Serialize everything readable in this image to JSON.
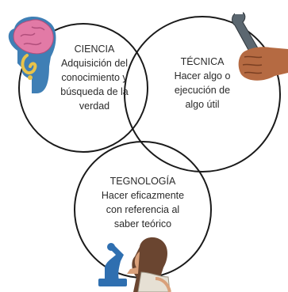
{
  "diagram": {
    "circles": [
      {
        "id": "ciencia",
        "title": "CIENCIA",
        "lines": [
          "Adquisición del",
          "conocimiento y",
          "búsqueda de la",
          "verdad"
        ]
      },
      {
        "id": "tecnica",
        "title": "TÉCNICA",
        "lines": [
          "Hacer algo o",
          "ejecución de",
          "algo  útil"
        ]
      },
      {
        "id": "tecnologia",
        "title": "TEGNOLOGÍA",
        "lines": [
          "Hacer eficazmente",
          "con referencia al",
          "saber teórico"
        ]
      }
    ],
    "illustrations": [
      "brain-head-icon",
      "wrench-hand-icon",
      "scientist-microscope-icon"
    ],
    "colors": {
      "circle_stroke": "#1a1a1a",
      "head": "#3f7fb5",
      "brain": "#e27aa6",
      "skin": "#d9a07a",
      "microscope": "#2f6fb0"
    }
  }
}
